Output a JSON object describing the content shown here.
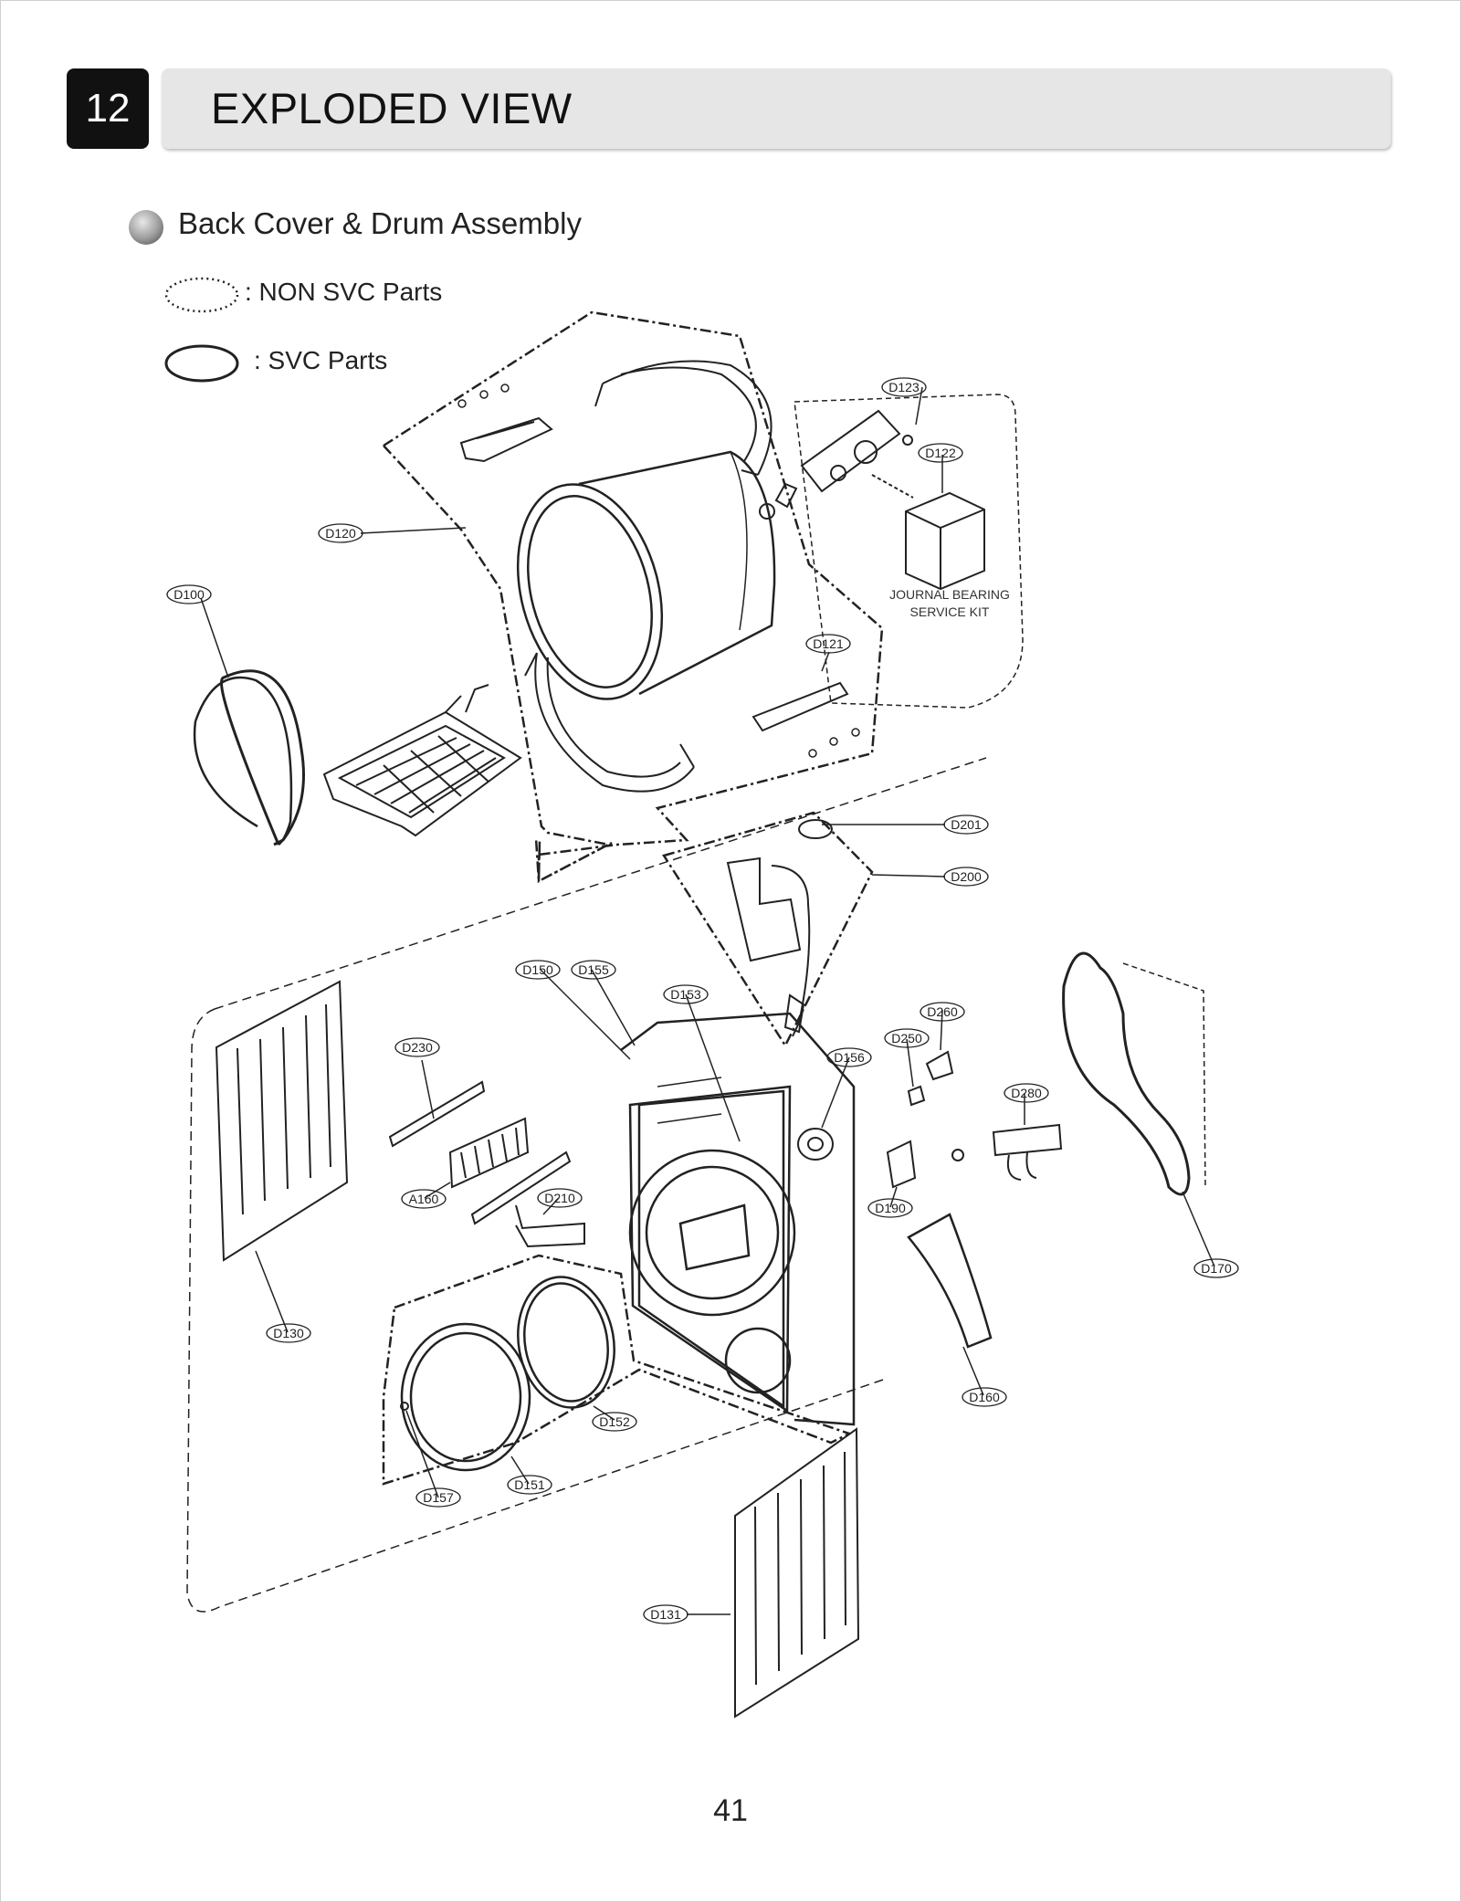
{
  "header": {
    "section_number": "12",
    "title": "EXPLODED VIEW"
  },
  "subtitle": "Back Cover & Drum Assembly",
  "legend": {
    "non_svc": ": NON SVC Parts",
    "svc": ": SVC Parts"
  },
  "note": {
    "line1": "JOURNAL BEARING",
    "line2": "SERVICE KIT"
  },
  "part_labels": [
    "D123",
    "D122",
    "D120",
    "D100",
    "D121",
    "D201",
    "D200",
    "D150",
    "D155",
    "D153",
    "D230",
    "D260",
    "D250",
    "D156",
    "D280",
    "A160",
    "D210",
    "D190",
    "D170",
    "D130",
    "D152",
    "D160",
    "D157",
    "D151",
    "D131"
  ],
  "page_number": "41"
}
